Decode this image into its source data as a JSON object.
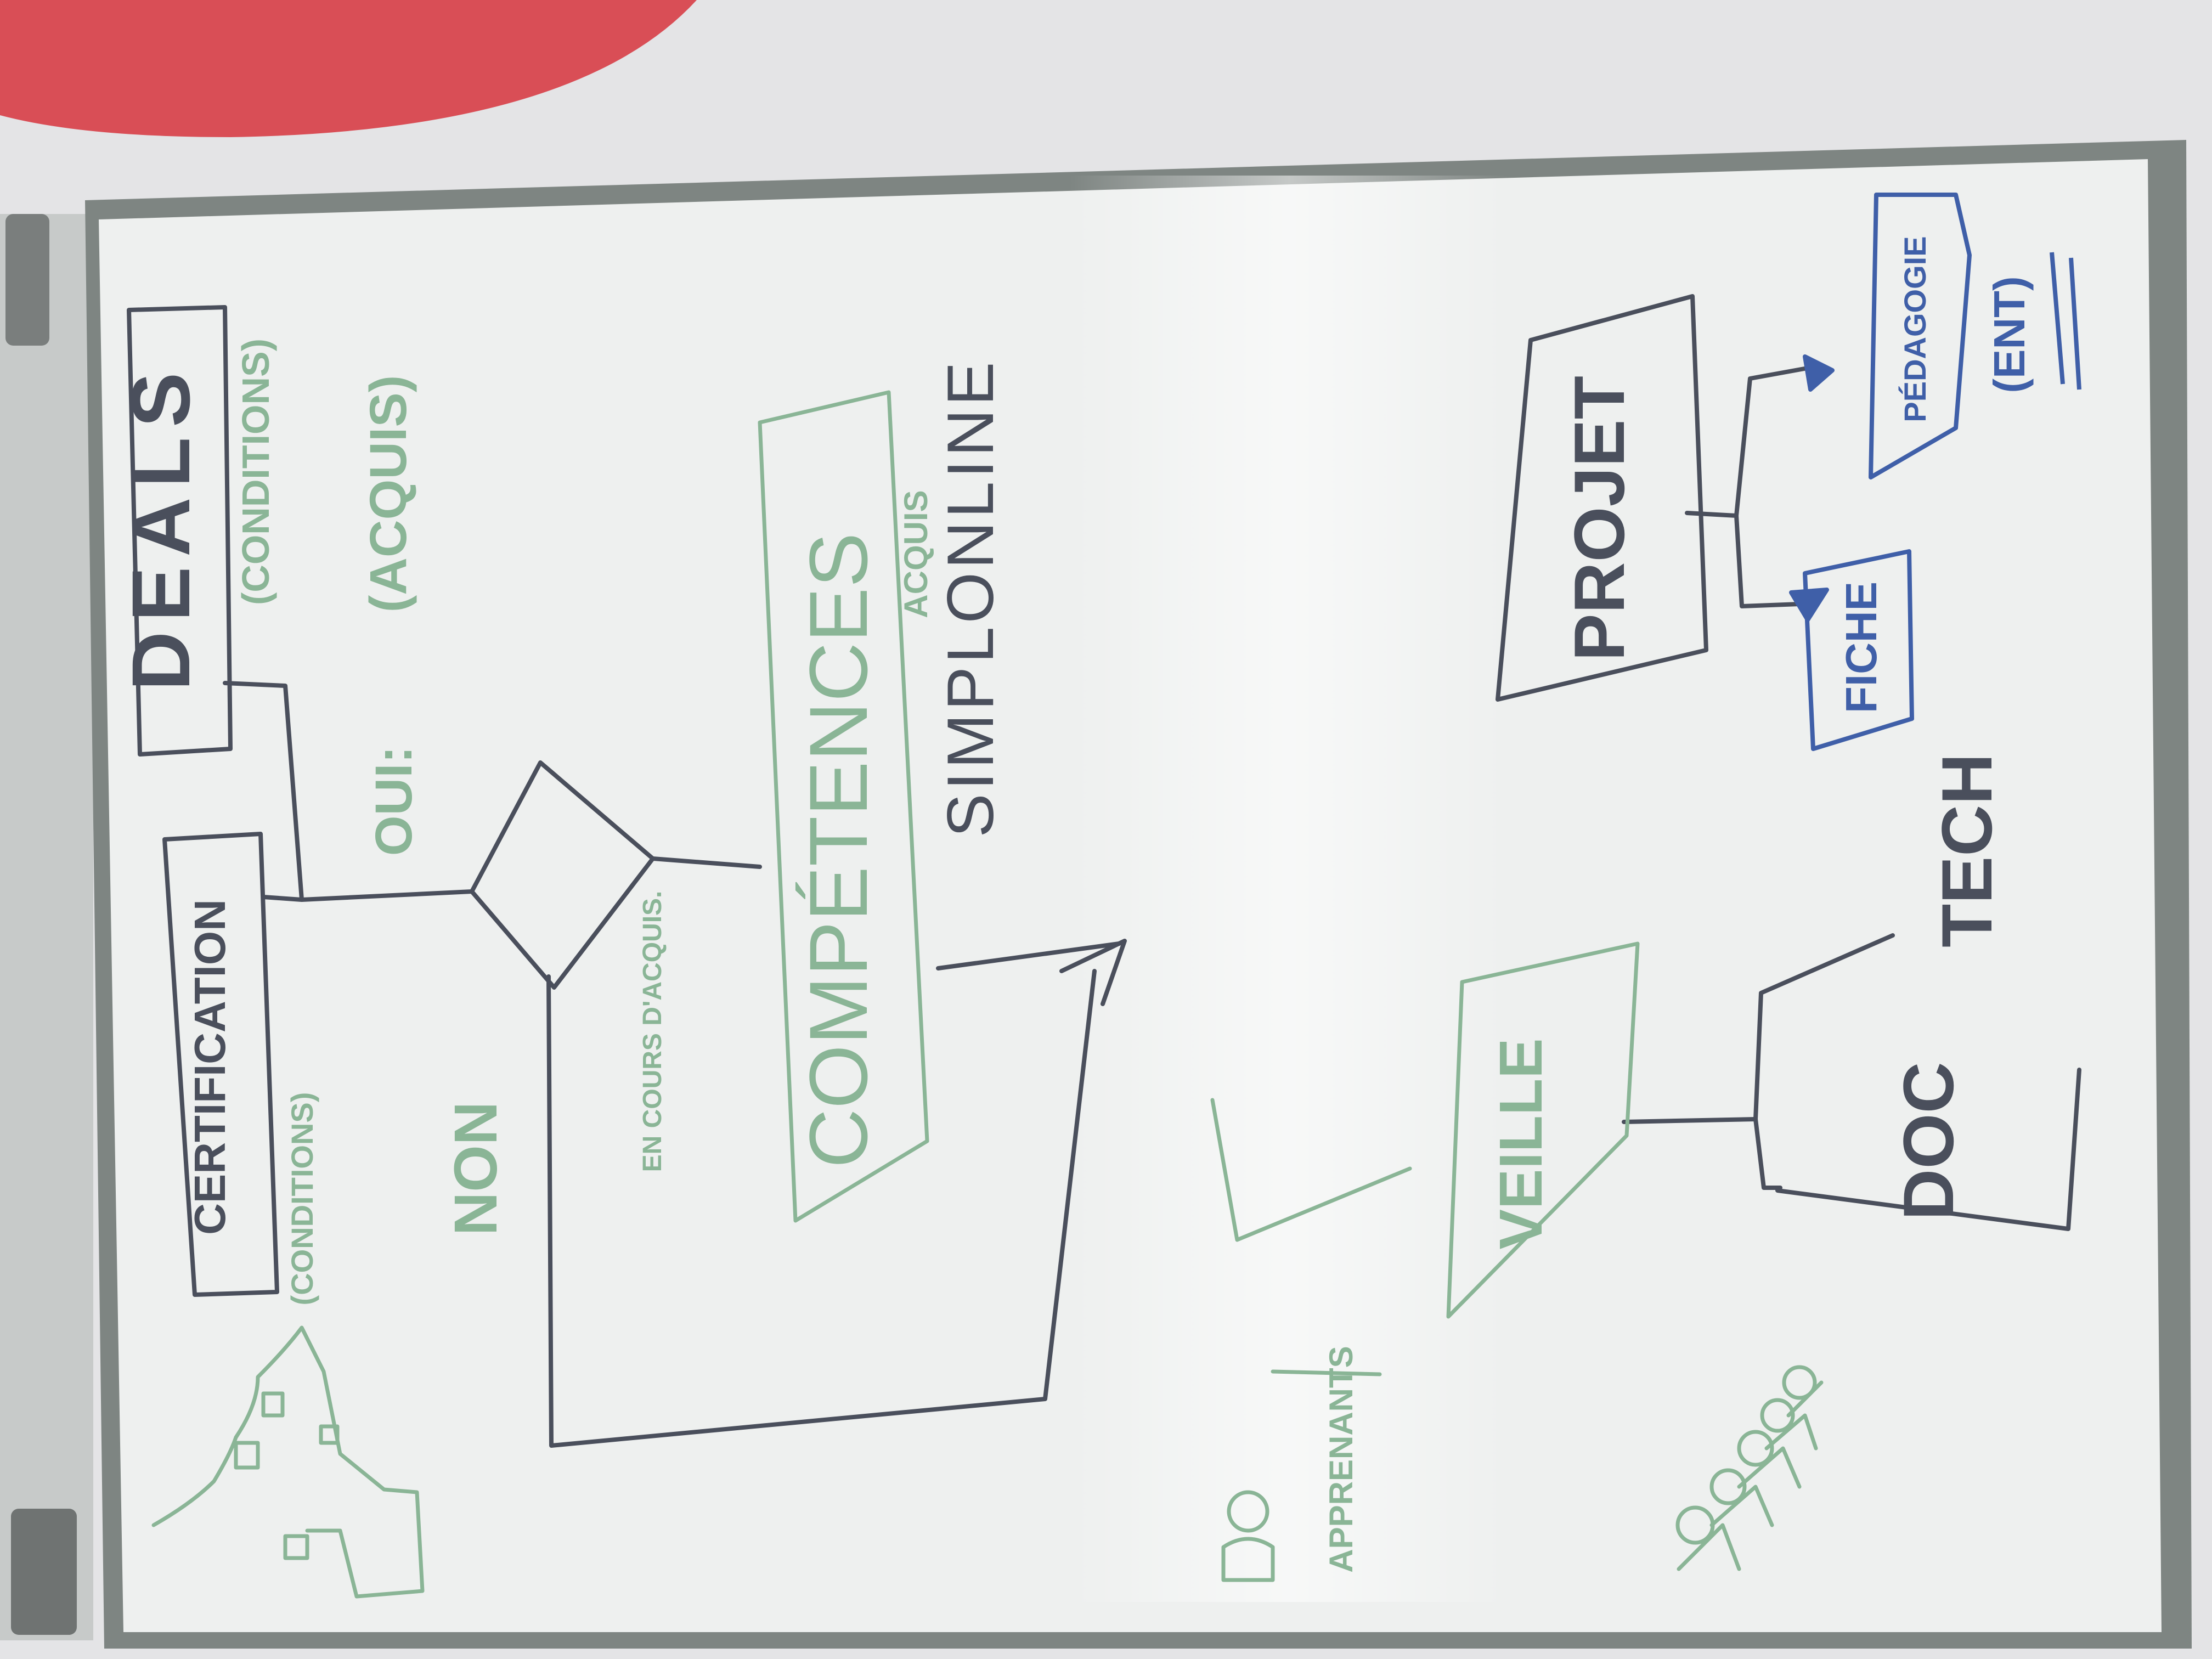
{
  "board": {
    "deals_label": "DEALS",
    "deals_sub": "(CONDITIONS)",
    "certification_label": "CERTIFICATION",
    "certification_sub": "(CONDITIONS)",
    "oui_label": "OUI:",
    "oui_sub": "(ACQUIS)",
    "non_label": "NON",
    "diamond_note": "EN COURS D'ACQUIS.",
    "competences_label": "COMPÉTENCES",
    "competences_sub": "ACQUIS",
    "simplonline_label": "SIMPLONLINE",
    "veille_label": "VEILLE",
    "apprenant_label": "APPRENANTS",
    "doc_label": "DOC",
    "tech_label": "TECH",
    "projet_label": "PROJET",
    "fiche_label": "FICHE",
    "pedagogie_label": "PÉDAGOGIE",
    "ent_label": "(ENT)"
  },
  "colors": {
    "background": "#e4e4e6",
    "red_shape": "#d94e56",
    "board": "#eef0ef",
    "frame": "#7e8582",
    "marker_dark": "#4a4f5c",
    "marker_green": "#8ab596",
    "marker_blue": "#3f5fa8"
  }
}
